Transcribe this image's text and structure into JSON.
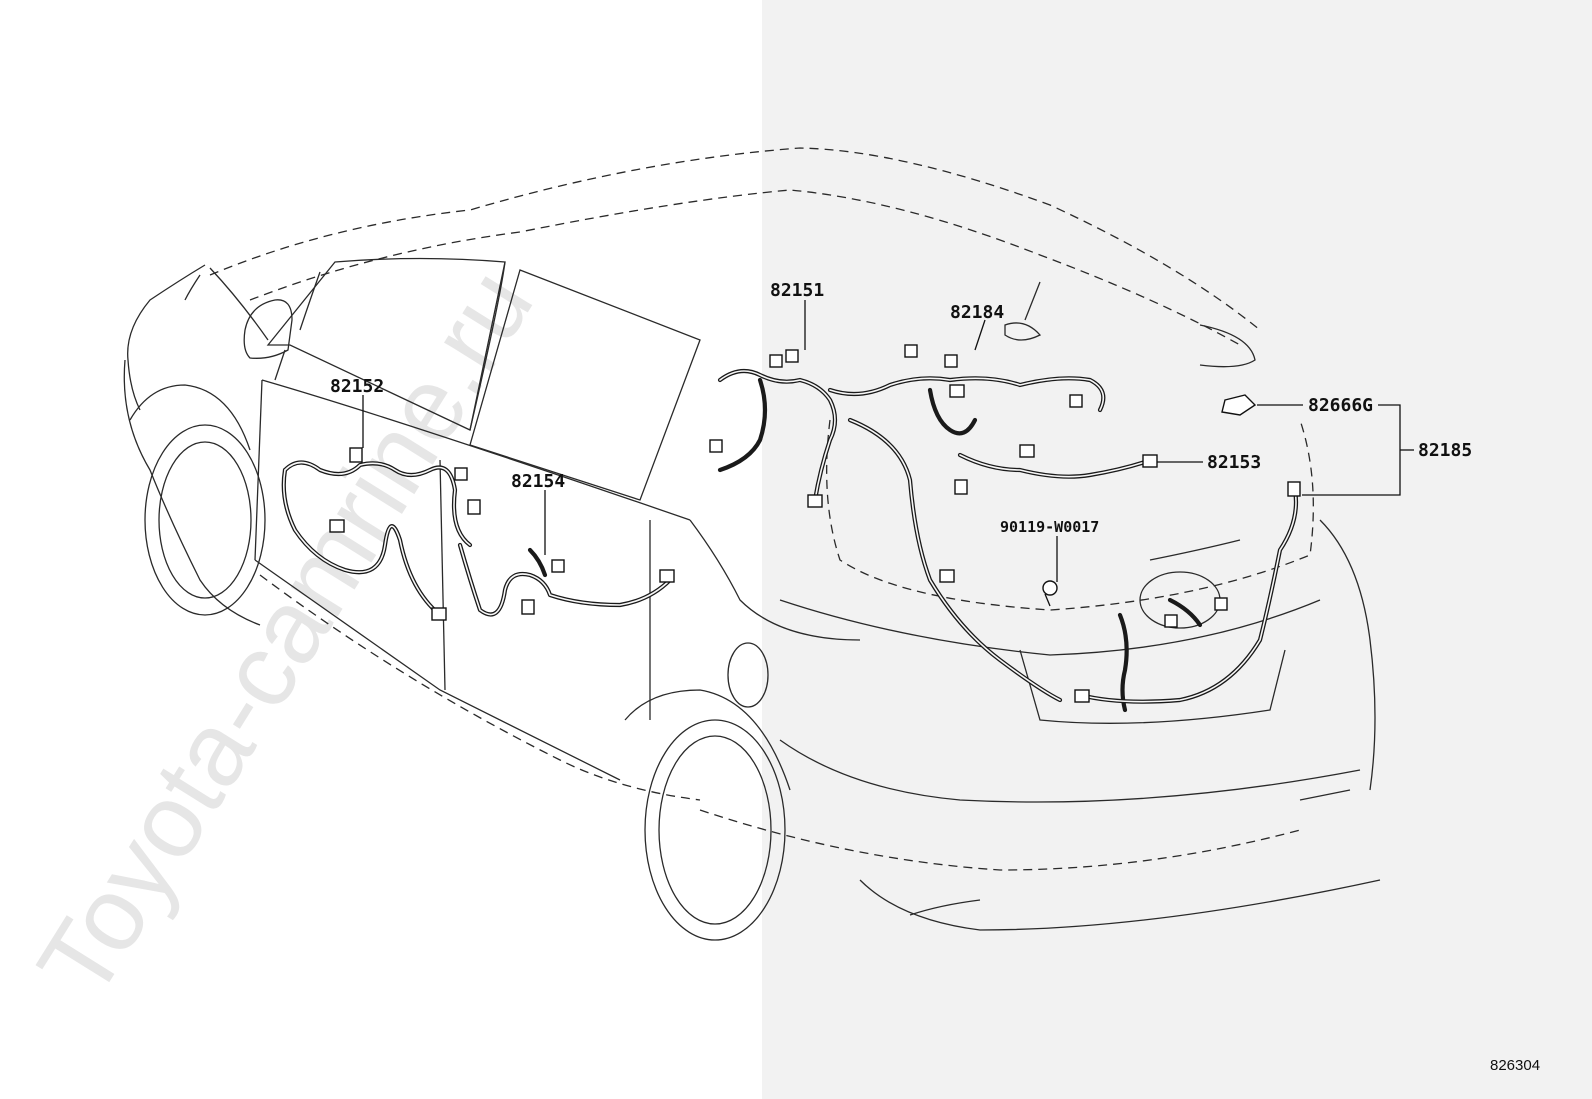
{
  "watermark": "Toyota-camrine.ru",
  "diagram_id": "826304",
  "parts": {
    "p82151": "82151",
    "p82184": "82184",
    "p82152": "82152",
    "p82154": "82154",
    "p82666g": "82666G",
    "p82185": "82185",
    "p82153": "82153",
    "p90119": "90119-W0017"
  },
  "colors": {
    "panel_right": "#f2f2f2",
    "line": "#1a1a1a"
  }
}
